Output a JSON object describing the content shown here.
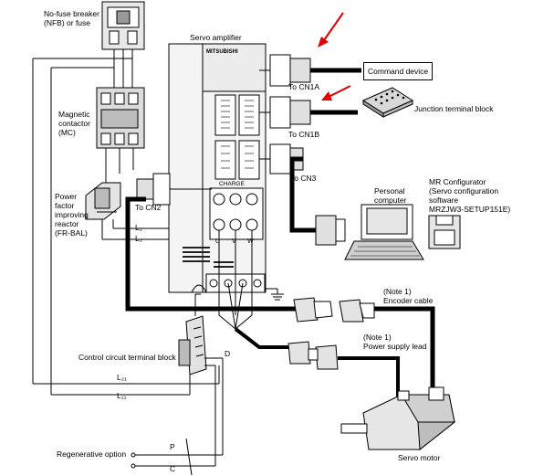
{
  "labels": {
    "nfb": "No-fuse breaker\n(NFB) or fuse",
    "mc": "Magnetic\ncontactor\n(MC)",
    "reactor": "Power\nfactor\nimproving\nreactor\n(FR-BAL)",
    "servo_amplifier": "Servo amplifier",
    "brand": "MITSUBISHI",
    "charge": "CHARGE",
    "to_cn1a": "To CN1A",
    "to_cn1b": "To CN1B",
    "to_cn3": "To CN3",
    "to_cn2": "To CN2",
    "command_device": "Command device",
    "junction_block": "Junction terminal block",
    "personal_computer": "Personal\ncomputer",
    "mr_configurator": "MR Configurator\n(Servo configuration\nsoftware\nMRZJW3-SETUP151E)",
    "l1": "L₁",
    "l2": "L₂",
    "terminal_u": "U",
    "terminal_v": "V",
    "terminal_w": "W",
    "encoder_cable": "(Note 1)\nEncoder cable",
    "power_lead": "(Note 1)\nPower supply lead",
    "control_block": "Control circuit terminal block",
    "d": "D",
    "l21": "L₂₁",
    "l11": "L₁₁",
    "regen": "Regenerative option",
    "p": "P",
    "c": "C",
    "servo_motor": "Servo motor"
  },
  "colors": {
    "arrow": "#e00000",
    "line": "#000000",
    "cable": "#000000"
  }
}
